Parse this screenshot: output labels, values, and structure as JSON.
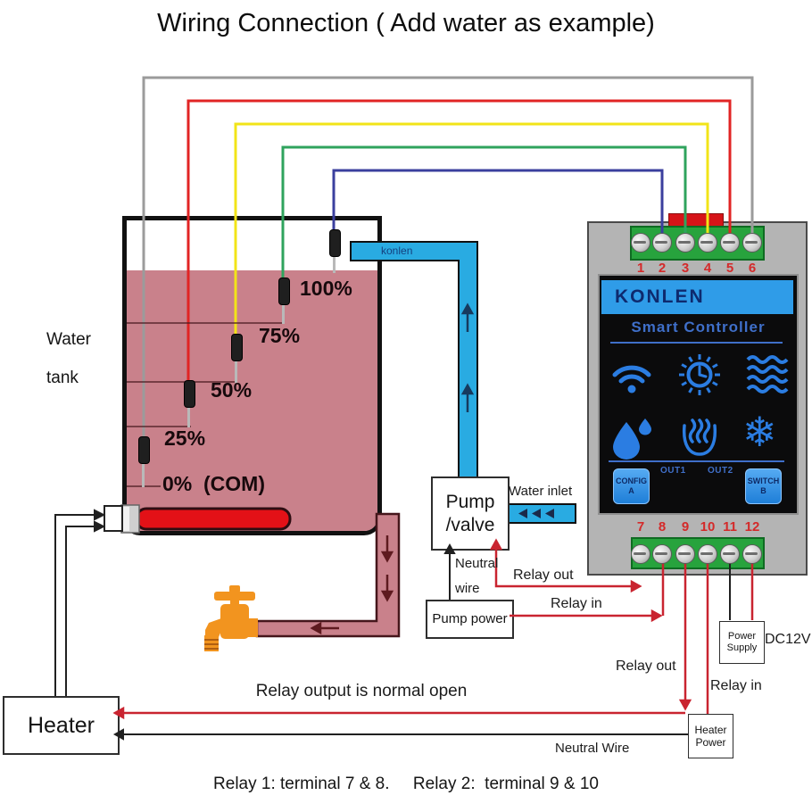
{
  "title": "Wiring Connection ( Add water as example)",
  "caption": "Relay 1: terminal 7 & 8.     Relay 2:  terminal 9 & 10",
  "tank": {
    "label1": "Water",
    "label2": "tank",
    "watermark": "konlen",
    "levels": {
      "l100": "100%",
      "l75": "75%",
      "l50": "50%",
      "l25": "25%",
      "l0": "0%  (COM)"
    }
  },
  "controller": {
    "brand": "KONLEN",
    "screen_title": "Smart Controller",
    "out1": "OUT1",
    "out2": "OUT2",
    "button_a_line1": "CONFIG",
    "button_a_line2": "A",
    "button_b_line1": "SWITCH",
    "button_b_line2": "B",
    "top_terminals": [
      "1",
      "2",
      "3",
      "4",
      "5",
      "6"
    ],
    "bottom_terminals": [
      "7",
      "8",
      "9",
      "10",
      "11",
      "12"
    ],
    "icons": [
      "wifi-icon",
      "timer-dial-icon",
      "water-waves-icon",
      "water-drop-icon",
      "heating-icon",
      "snowflake-icon"
    ]
  },
  "components": {
    "pump_line1": "Pump",
    "pump_line2": "/valve",
    "pump_power": "Pump power",
    "heater": "Heater",
    "power_supply_line1": "Power",
    "power_supply_line2": "Supply",
    "power_supply_voltage": "DC12V",
    "heater_power_line1": "Heater",
    "heater_power_line2": "Power"
  },
  "labels": {
    "water_inlet": "Water inlet",
    "neutral_line1": "Neutral",
    "neutral_line2": "wire",
    "relay_out_pump": "Relay out",
    "relay_in_pump": "Relay in",
    "relay_out_heater": "Relay out",
    "relay_in_heater": "Relay in",
    "relay_note": "Relay output is normal open",
    "neutral_wire": "Neutral Wire"
  },
  "sensor_wires": [
    {
      "level": "0% (COM)",
      "wire_color": "gray",
      "terminal": "6"
    },
    {
      "level": "25%",
      "wire_color": "red",
      "terminal": "5"
    },
    {
      "level": "50%",
      "wire_color": "yellow",
      "terminal": "4"
    },
    {
      "level": "75%",
      "wire_color": "green",
      "terminal": "3"
    },
    {
      "level": "100%",
      "wire_color": "blue",
      "terminal": "2"
    }
  ],
  "colors": {
    "tank_water": "#c9818b",
    "pipe_water_blue": "#29abe2",
    "wire_gray": "#9b9b9b",
    "wire_red": "#e12424",
    "wire_yellow": "#f2e418",
    "wire_green": "#2fa35d",
    "wire_blue": "#3b3f9e",
    "relay_wire_red": "#c92430",
    "neutral_wire_black": "#202020",
    "terminal_block_green": "#27a33d",
    "terminal_number_red": "#d42a2a",
    "controller_body_gray": "#b4b4b4",
    "screen_black": "#0b0b0c",
    "brand_bar_blue": "#2f9ce8",
    "icon_blue": "#2b7de2",
    "button_blue": "#2e8fe6",
    "top_jumper_red": "#d61418",
    "heater_element_red": "#e31117",
    "faucet_orange": "#f2941f"
  }
}
